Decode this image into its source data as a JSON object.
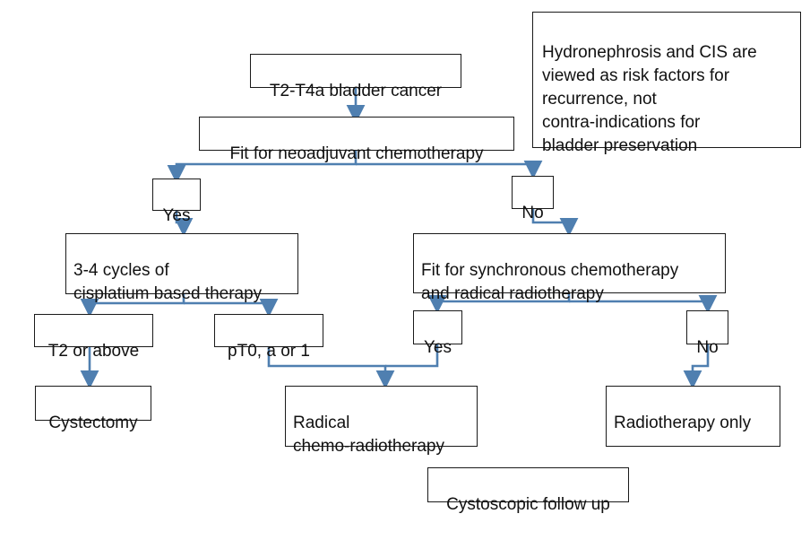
{
  "diagram": {
    "colors": {
      "connector": "#4f7fb0",
      "box_border": "#1a1a1a",
      "text": "#111111"
    },
    "note": "Hydronephrosis and CIS are\nviewed as risk factors for\nrecurrence, not\ncontra-indications for\nbladder preservation",
    "nodes": {
      "start": "T2-T4a bladder cancer",
      "fit_neoadjuvant": "Fit for neoadjuvant chemotherapy",
      "yes1": "Yes",
      "no1": "No",
      "cisplatin": "3-4 cycles of\ncisplatium based therapy",
      "fit_sync": "Fit for synchronous chemotherapy\nand radical radiotherapy",
      "t2_above": "T2 or above",
      "pt0": "pT0, a or 1",
      "yes2": "Yes",
      "no2": "No",
      "cystectomy": "Cystectomy",
      "radical_chemo": "Radical\nchemo-radiotherapy",
      "radio_only": "Radiotherapy only",
      "followup": "Cystoscopic follow up"
    }
  }
}
